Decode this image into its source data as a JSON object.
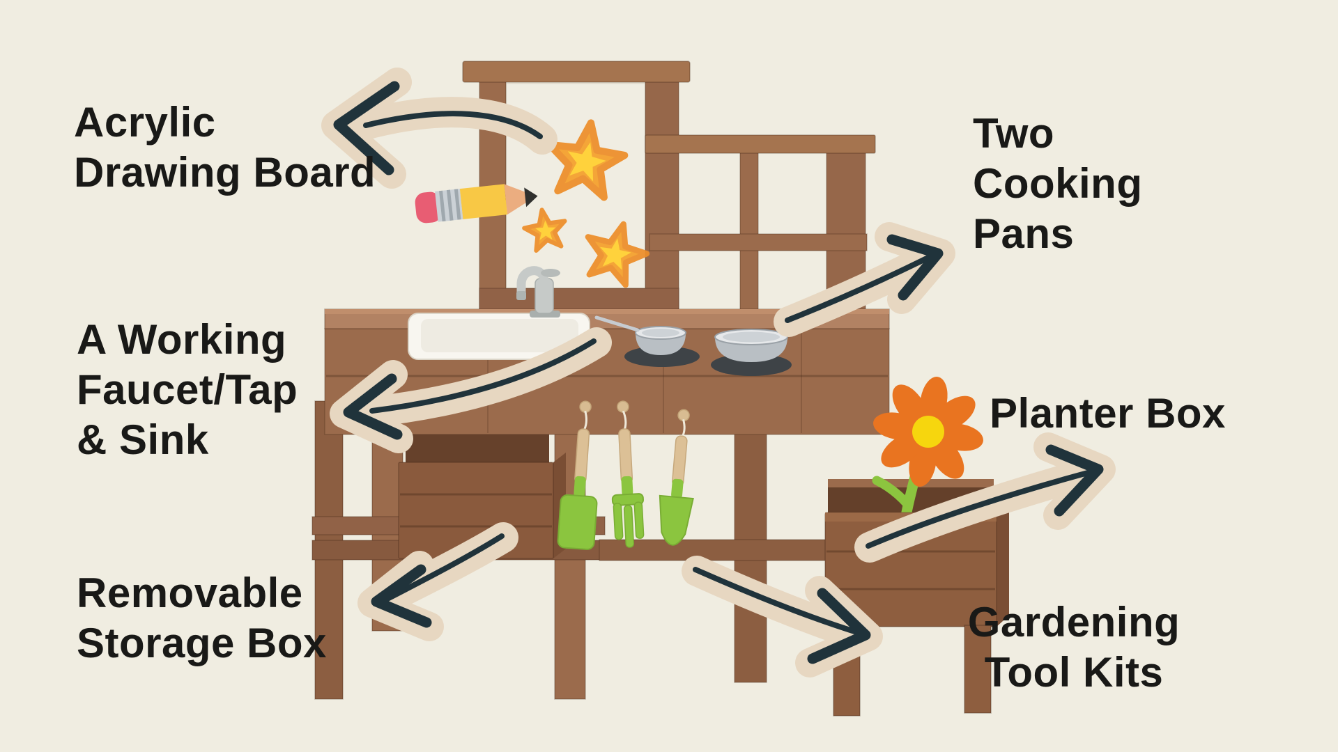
{
  "page": {
    "background_color": "#F0EDE1",
    "text_color": "#191917"
  },
  "labels": {
    "acrylic": "Acrylic\nDrawing Board",
    "two_pans": "Two\nCooking\nPans",
    "faucet_sink": "A Working\nFaucet/Tap\n& Sink",
    "planter": "Planter Box",
    "storage": "Removable\nStorage Box",
    "gardening": "Gardening\nTool Kits"
  },
  "icons": {
    "arrow": "hand-drawn-arrow",
    "pencil": "pencil-doodle",
    "stars": "crayon-star-doodles",
    "flower": "flower-doodle"
  },
  "colors": {
    "arrow_dark": "#20333B",
    "arrow_beige": "#E7D7C1",
    "wood": "#9B6B4C",
    "wood_light": "#B28263",
    "wood_dark": "#7F5236",
    "star_orange": "#F5A02C",
    "star_yellow": "#FFD43C",
    "tool_green": "#8BC53F",
    "flower_orange": "#E97420",
    "flower_center": "#F6D60E",
    "pencil_yellow": "#F8C845",
    "pencil_pink": "#E85D73",
    "sink_white": "#F8F6F0",
    "metal_gray": "#C6CAC8",
    "burner_gray": "#3E4347"
  }
}
